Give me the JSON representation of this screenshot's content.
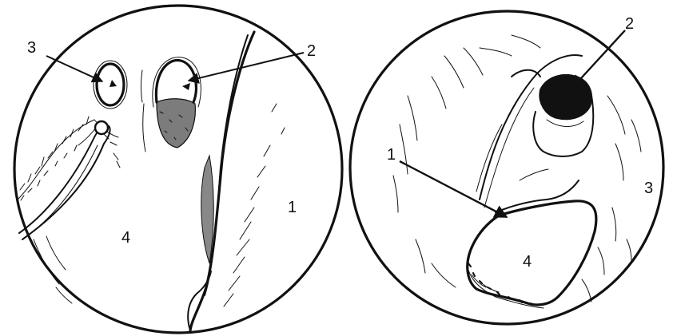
{
  "figure_left": {
    "labels": [
      {
        "id": "label-1",
        "text": "1"
      },
      {
        "id": "label-2",
        "text": "2"
      },
      {
        "id": "label-3",
        "text": "3"
      },
      {
        "id": "label-4",
        "text": "4"
      }
    ]
  },
  "figure_right": {
    "labels": [
      {
        "id": "label-1",
        "text": "1"
      },
      {
        "id": "label-2",
        "text": "2"
      },
      {
        "id": "label-3",
        "text": "3"
      },
      {
        "id": "label-4",
        "text": "4"
      }
    ]
  },
  "colors": {
    "ink": "#111111",
    "background": "#ffffff"
  }
}
